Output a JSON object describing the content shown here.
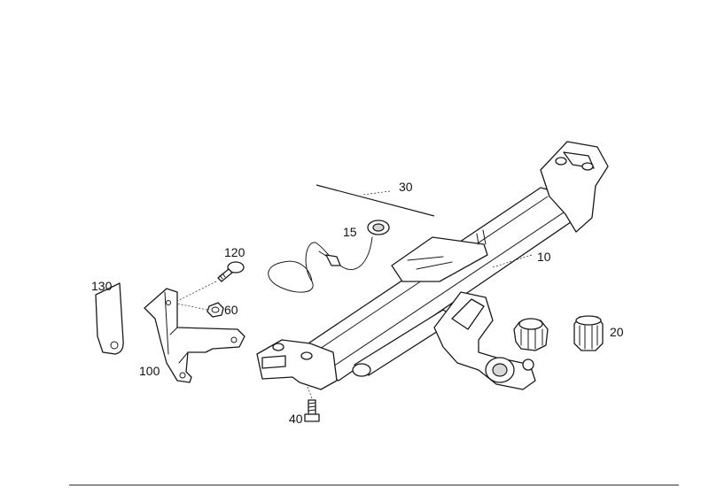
{
  "diagram": {
    "callouts": [
      "130",
      "120",
      "60",
      "100",
      "40",
      "30",
      "15",
      "10",
      "20"
    ]
  },
  "parts": [
    {
      "id": "130",
      "icon": "cover-plate-icon"
    },
    {
      "id": "120",
      "icon": "bolt-icon"
    },
    {
      "id": "60",
      "icon": "nut-icon"
    },
    {
      "id": "100",
      "icon": "bracket-icon"
    },
    {
      "id": "40",
      "icon": "screw-icon"
    },
    {
      "id": "30",
      "icon": "strip-icon"
    },
    {
      "id": "15",
      "icon": "cable-grommet-icon"
    },
    {
      "id": "10",
      "icon": "tow-bar-crossmember-icon"
    },
    {
      "id": "20",
      "icon": "cap-icon"
    }
  ]
}
